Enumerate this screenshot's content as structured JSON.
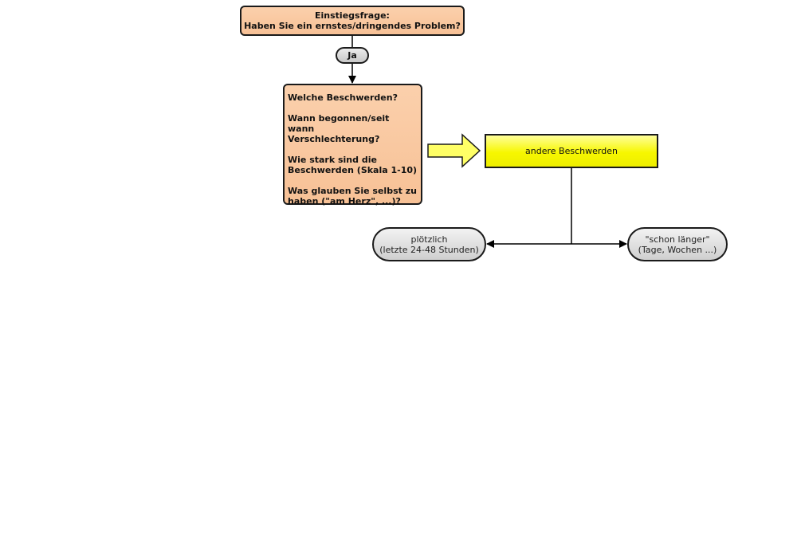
{
  "start": {
    "line1": "Einstiegsfrage:",
    "line2": "Haben Sie ein ernstes/dringendes Problem?"
  },
  "edge_yes_label": "Ja",
  "questions": [
    "Welche Beschwerden?",
    "Wann begonnen/seit wann\nVerschlechterung?",
    "Wie stark sind die\nBeschwerden (Skala 1-10)",
    "Was glauben Sie selbst zu\nhaben (\"am Herz\", ...)?"
  ],
  "other_complaints": "andere Beschwerden",
  "sudden": {
    "line1": "plötzlich",
    "line2": "(letzte 24-48 Stunden)"
  },
  "longer": {
    "line1": "\"schon länger\"",
    "line2": "(Tage, Wochen ...)"
  },
  "colors": {
    "question_fill": "#f9c69e",
    "highlight_fill": "#ffff00",
    "pill_fill": "#dcdcdc",
    "stroke": "#1a1a1a"
  }
}
